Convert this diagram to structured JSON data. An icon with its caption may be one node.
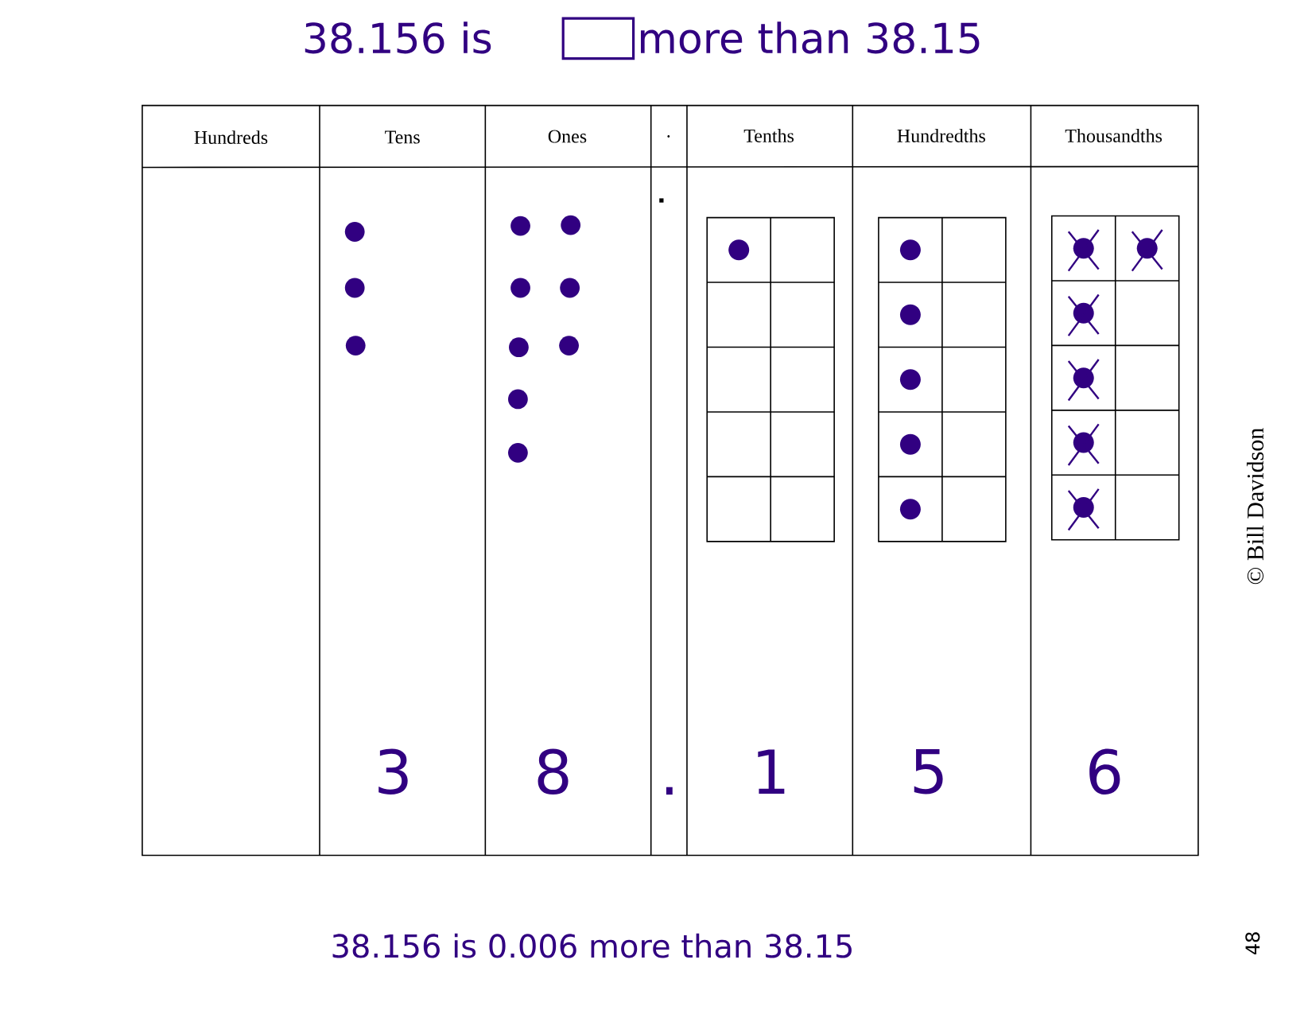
{
  "diagram": {
    "labels": [
      "38.156 is",
      "more than 38.15",
      "Hundreds",
      "Tens",
      "Ones",
      ".",
      "Tenths",
      "Hundredths",
      "Thousandths",
      "3",
      "8",
      ".",
      "1",
      "5",
      "6",
      "38.156 is 0.006 more than 38.15",
      "© Bill Davidson",
      "48"
    ]
  }
}
